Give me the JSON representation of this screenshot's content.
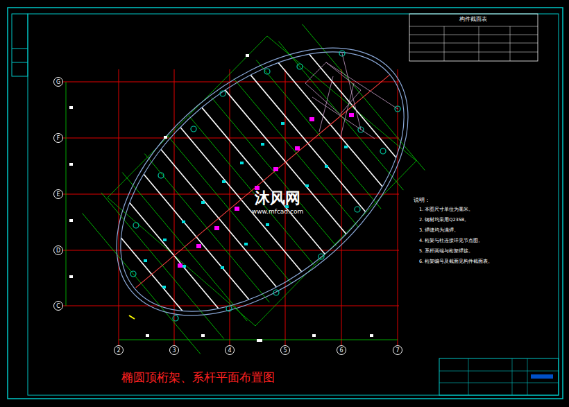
{
  "diagram": {
    "title": "椭圆顶桁架、系杆平面布置图",
    "nodes": [
      {
        "text": [
          "G"
        ]
      },
      {
        "text": [
          "F"
        ]
      },
      {
        "text": [
          "E"
        ]
      },
      {
        "text": [
          "D"
        ]
      },
      {
        "text": [
          "C"
        ]
      },
      {
        "text": [
          "2"
        ]
      },
      {
        "text": [
          "3"
        ]
      },
      {
        "text": [
          "4"
        ]
      },
      {
        "text": [
          "5"
        ]
      },
      {
        "text": [
          "6"
        ]
      },
      {
        "text": [
          "7"
        ]
      }
    ],
    "labels": [
      "构件截面表",
      "说明：",
      "1. 本图尺寸单位为毫米。",
      "2. 钢材均采用Q235B。",
      "3. 焊缝均为满焊。",
      "4. 桁架与柱连接详见节点图。",
      "5. 系杆两端与桁架焊接。",
      "6. 桁架编号及截面见构件截面表。",
      "沐风网",
      "www.mfcad.com"
    ]
  }
}
